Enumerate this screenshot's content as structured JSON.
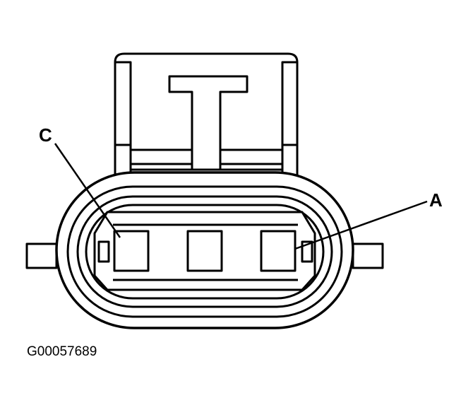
{
  "diagram": {
    "figure_code": "G00057689",
    "terminal_labels": {
      "c": "C",
      "a": "A"
    }
  },
  "colors": {
    "stroke": "#000000",
    "fill": "#ffffff"
  }
}
